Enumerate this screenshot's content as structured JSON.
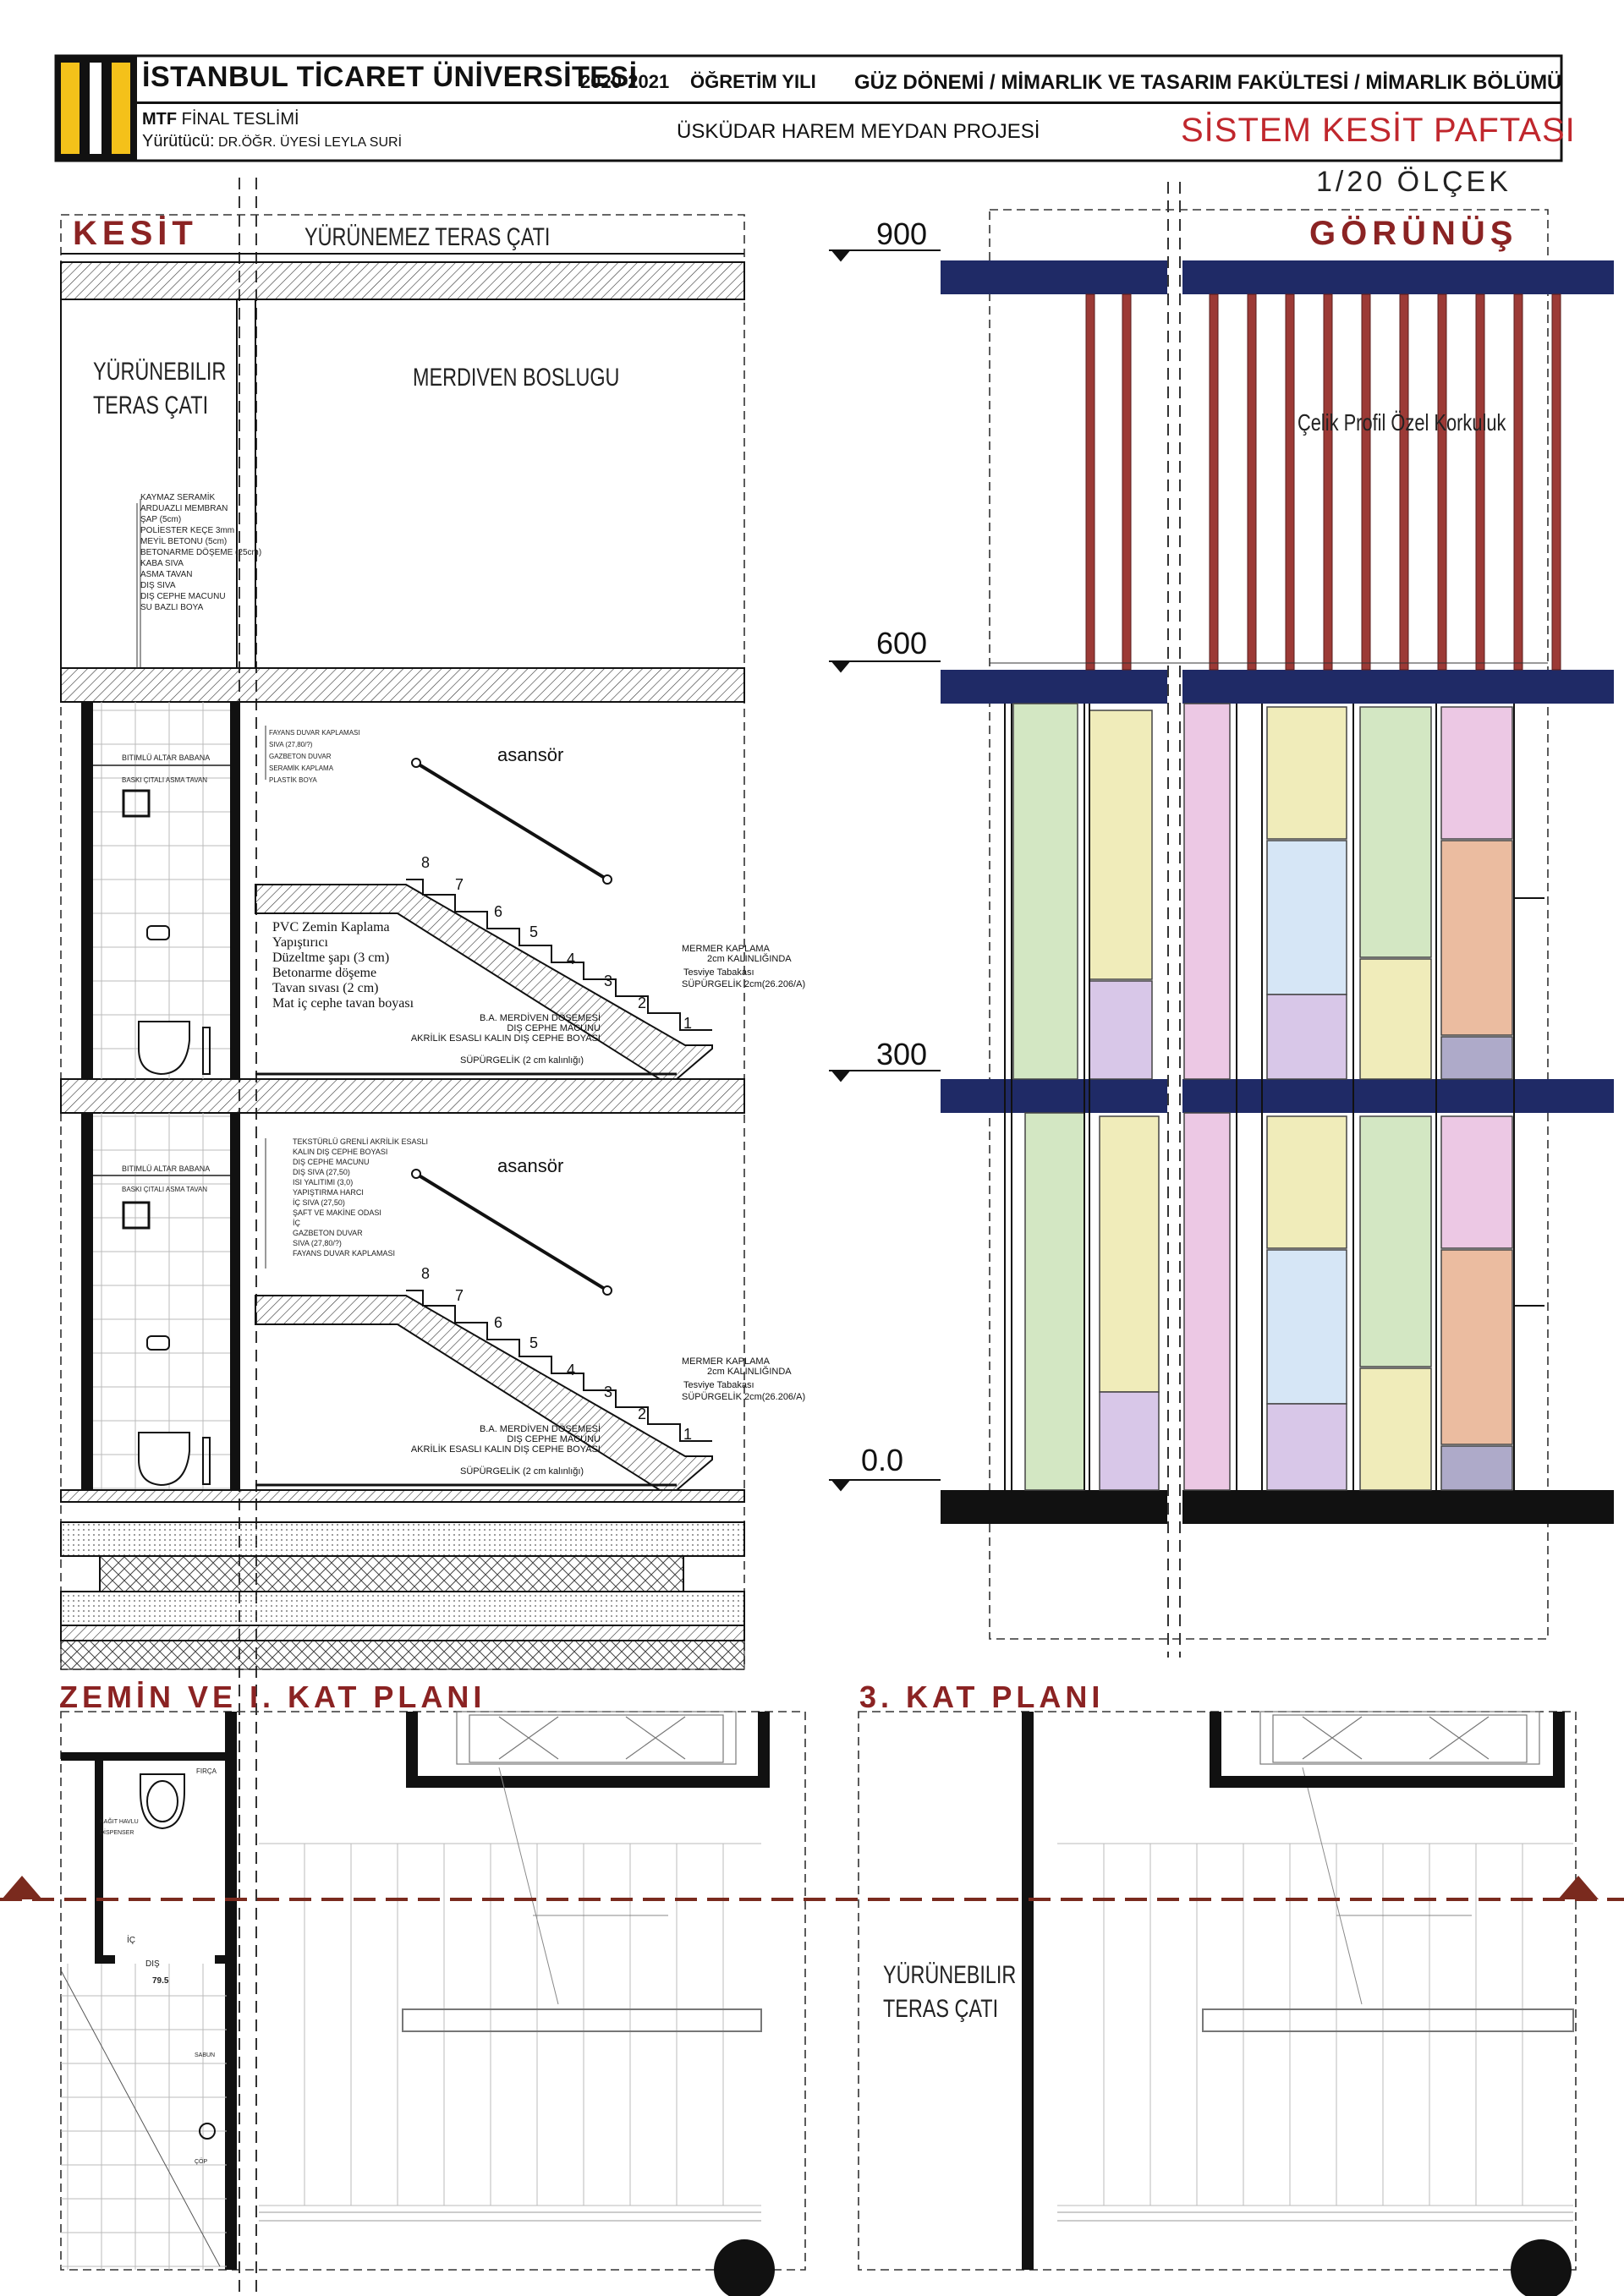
{
  "header": {
    "university": "İSTANBUL TİCARET ÜNİVERSİTESİ",
    "year": "2020-2021",
    "year_label": "ÖĞRETİM YILI",
    "faculty_line": "GÜZ  DÖNEMİ / MİMARLIK VE TASARIM FAKÜLTESİ / MİMARLIK BÖLÜMÜ",
    "mtf_bold": "MTF",
    "mtf_rest": " FİNAL TESLİMİ",
    "tutor_label": "Yürütücü:",
    "tutor_name": " DR.ÖĞR. ÜYESİ LEYLA SURİ",
    "project": "ÜSKÜDAR HAREM MEYDAN PROJESİ",
    "sheet_title": "SİSTEM KESİT PAFTASI",
    "scale": "1/20 ÖLÇEK"
  },
  "section": {
    "title": "KESİT",
    "roof_label": "YÜRÜNEMEZ TERAS ÇATI",
    "terrace_label": [
      "YÜRÜNEBILIR",
      "TERAS ÇATI"
    ],
    "stair_void": "MERDIVEN BOSLUGU",
    "roof_layers": [
      "KAYMAZ SERAMİK",
      "ARDUAZLI MEMBRAN",
      "ŞAP (5cm)",
      "POLİESTER KEÇE 3mm",
      "MEYİL BETONU (5cm)",
      "BETONARME DÖŞEME (25cm)",
      "KABA SIVA",
      "ASMA TAVAN",
      "DIŞ SIVA",
      "DIŞ CEPHE MACUNU",
      "SU BAZLI BOYA"
    ],
    "wall_layers_1": [
      "FAYANS DUVAR KAPLAMASI",
      "SIVA (27,80/?)",
      "GAZBETON DUVAR",
      "SERAMİK KAPLAMA",
      "PLASTİK BOYA"
    ],
    "wall_layers_2": [
      "TEKSTÜRLÜ GRENLİ AKRİLİK ESASLI",
      "KALIN DIŞ CEPHE BOYASI",
      "DIŞ CEPHE MACUNU",
      "DIŞ SIVA (27,50)",
      "ISI YALITIMI (3,0)",
      "YAPIŞTIRMA HARCI",
      "İÇ SIVA (27,50)",
      "ŞAFT VE MAKİNE ODASI",
      "İÇ",
      "GAZBETON DUVAR",
      "SIVA (27,80/?)",
      "FAYANS DUVAR KAPLAMASI"
    ],
    "ceiling_label": "BITIMLÜ ALTAR BABANA",
    "ceiling_label2": "BASKI ÇITALI ASMA TAVAN",
    "lift_label": "asansör",
    "floor_layers": [
      "PVC Zemin Kaplama",
      "Yapıştırıcı",
      "Düzeltme şapı (3 cm)",
      "Betonarme döşeme",
      "Tavan sıvası (2 cm)",
      "Mat iç cephe tavan boyası"
    ],
    "marble": [
      "MERMER KAPLAMA",
      "2cm KALINLIĞINDA",
      "Tesviye Tabakası",
      "SÜPÜRGELİK 2cm(26.206/A)"
    ],
    "stair_slab": [
      "B.A. MERDİVEN DÖŞEMESİ",
      "DIŞ CEPHE MACUNU",
      "AKRİLİK ESASLI KALIN DIŞ CEPHE BOYASI"
    ],
    "skirting": "SÜPÜRGELİK (2 cm kalınlığı)",
    "step_numbers": [
      "1",
      "2",
      "3",
      "4",
      "5",
      "6",
      "7",
      "8"
    ]
  },
  "elevation": {
    "title": "GÖRÜNÜŞ",
    "railing_label": "Çelik Profil Özel Korkuluk",
    "levels": [
      "900",
      "600",
      "300",
      "0.0"
    ]
  },
  "plans": {
    "ground_title": "ZEMİN VE I. KAT PLANI",
    "third_title": "3. KAT PLANI",
    "terrace_label": [
      "YÜRÜNEBILIR",
      "TERAS ÇATI"
    ],
    "wc_labels": [
      "FIRÇA",
      "KAĞIT HAVLU DİSPENSER",
      "İÇ",
      "DIŞ",
      "79.5",
      "SABUN",
      "ÇÖP"
    ],
    "dim": "79.5"
  },
  "colors": {
    "navy": "#1f2a66",
    "railing": "#9c3a36",
    "cut_line": "#7a2a1e",
    "sheet_red": "#c0272d",
    "panel_green": "#d3e7c3",
    "panel_yellow": "#f0ecba",
    "panel_pink": "#ecc8e4",
    "panel_blue": "#d6e6f6",
    "panel_lilac": "#d8c7e8",
    "panel_salmon": "#ebbca0",
    "panel_slate": "#aeaac9"
  }
}
